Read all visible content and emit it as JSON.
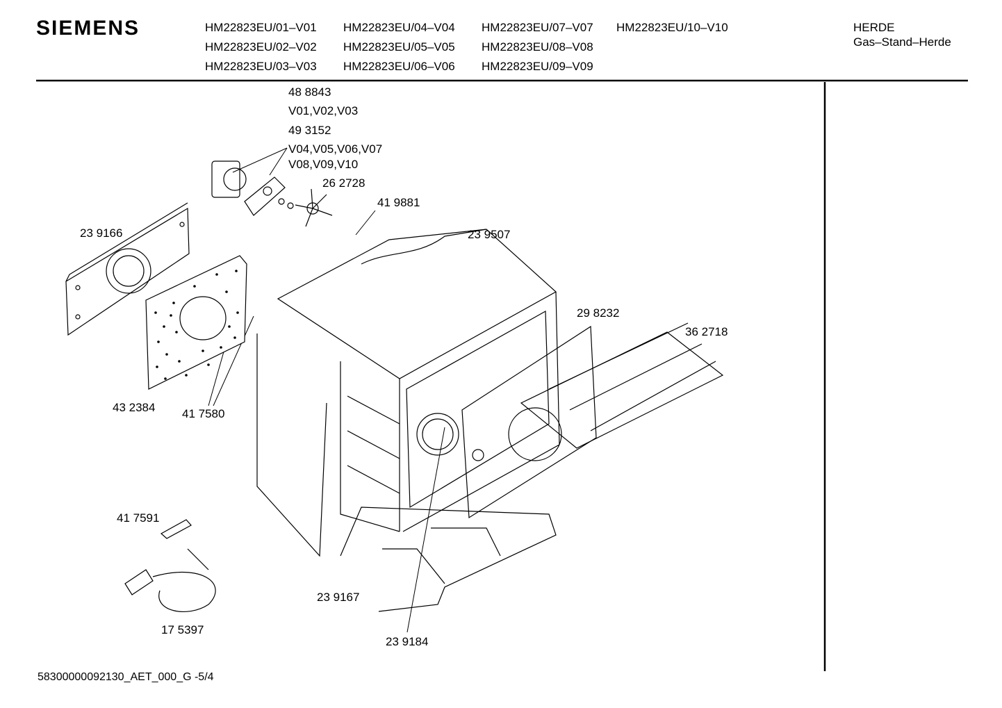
{
  "header": {
    "brand": "SIEMENS",
    "models": [
      "HM22823EU/01–V01",
      "HM22823EU/04–V04",
      "HM22823EU/07–V07",
      "HM22823EU/10–V10",
      "HM22823EU/02–V02",
      "HM22823EU/05–V05",
      "HM22823EU/08–V08",
      "HM22823EU/03–V03",
      "HM22823EU/06–V06",
      "HM22823EU/09–V09"
    ],
    "category": "HERDE",
    "subcategory": "Gas–Stand–Herde"
  },
  "parts": {
    "p488843": "48 8843",
    "variants_a": "V01,V02,V03",
    "p493152": "49 3152",
    "variants_b1": "V04,V05,V06,V07",
    "variants_b2": "V08,V09,V10",
    "p262728": "26 2728",
    "p419881": "41 9881",
    "p239166": "23 9166",
    "p239507": "23 9507",
    "p298232": "29 8232",
    "p362718": "36 2718",
    "p432384": "43 2384",
    "p417580": "41 7580",
    "p417591": "41 7591",
    "p239167": "23 9167",
    "p175397": "17 5397",
    "p239184": "23 9184"
  },
  "footer": {
    "doc_id": "58300000092130_AET_000_G -5/4"
  }
}
